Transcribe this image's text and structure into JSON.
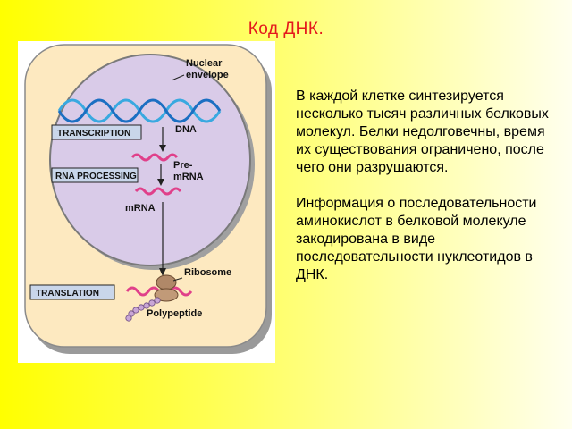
{
  "slide": {
    "title": "Код ДНК.",
    "paragraphs": [
      "В каждой клетке синтезируется несколько тысяч различных белковых молекул. Белки недолговечны, время их существования ограничено, после чего они разрушаются.",
      "Информация о последовательности аминокислот в белковой молекуле закодирована в виде последовательности нуклеотидов в ДНК."
    ]
  },
  "diagram": {
    "labels": {
      "nuclear_envelope_1": "Nuclear",
      "nuclear_envelope_2": "envelope",
      "dna": "DNA",
      "pre_mrna_1": "Pre-",
      "pre_mrna_2": "mRNA",
      "mrna": "mRNA",
      "ribosome": "Ribosome",
      "polypeptide": "Polypeptide"
    },
    "steps": {
      "transcription": "TRANSCRIPTION",
      "rna_processing": "RNA PROCESSING",
      "translation": "TRANSLATION"
    },
    "colors": {
      "cell": "#fde9c0",
      "nucleus": "#d9cbe8",
      "dna_strand_a": "#39a9e0",
      "dna_strand_b": "#1b6fc2",
      "rna": "#e0408a",
      "ribosome": "#b08868",
      "polypeptide": "#c9a6d6",
      "step_box": "#c9d6ea"
    }
  }
}
